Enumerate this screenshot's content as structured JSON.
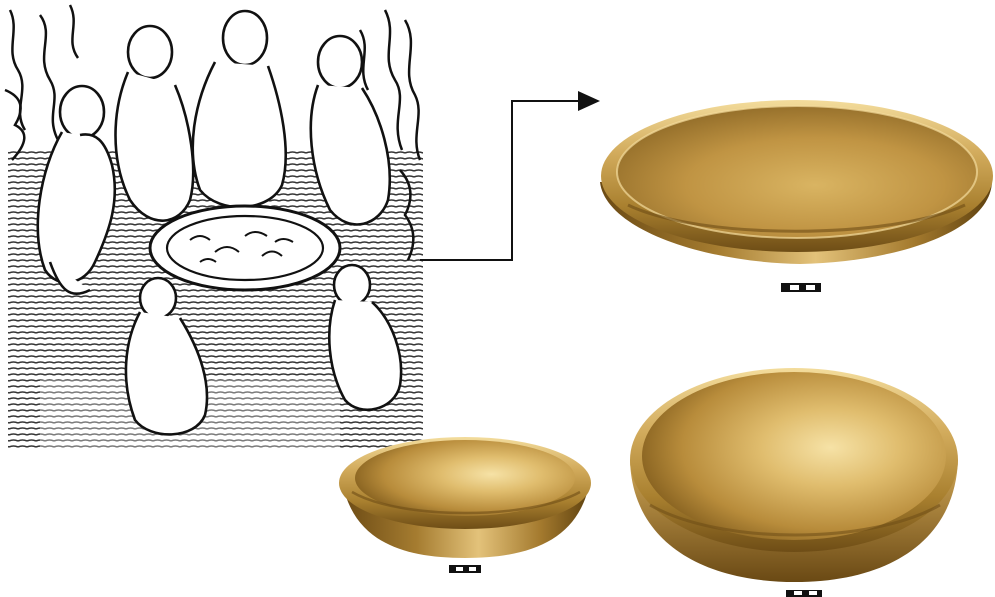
{
  "figure": {
    "woodcut": {
      "subject": "woodcut-scene"
    },
    "vessels": [
      {
        "id": "large-plate",
        "scale_bar": "scale-bar"
      },
      {
        "id": "small-bowl",
        "scale_bar": "scale-bar"
      },
      {
        "id": "deep-bowl",
        "scale_bar": "scale-bar"
      }
    ],
    "colors": {
      "gold_light": "#e4c37a",
      "gold_mid": "#c49a4a",
      "gold_dark": "#7d5a1f",
      "ink": "#111111",
      "paper": "#ffffff"
    }
  }
}
